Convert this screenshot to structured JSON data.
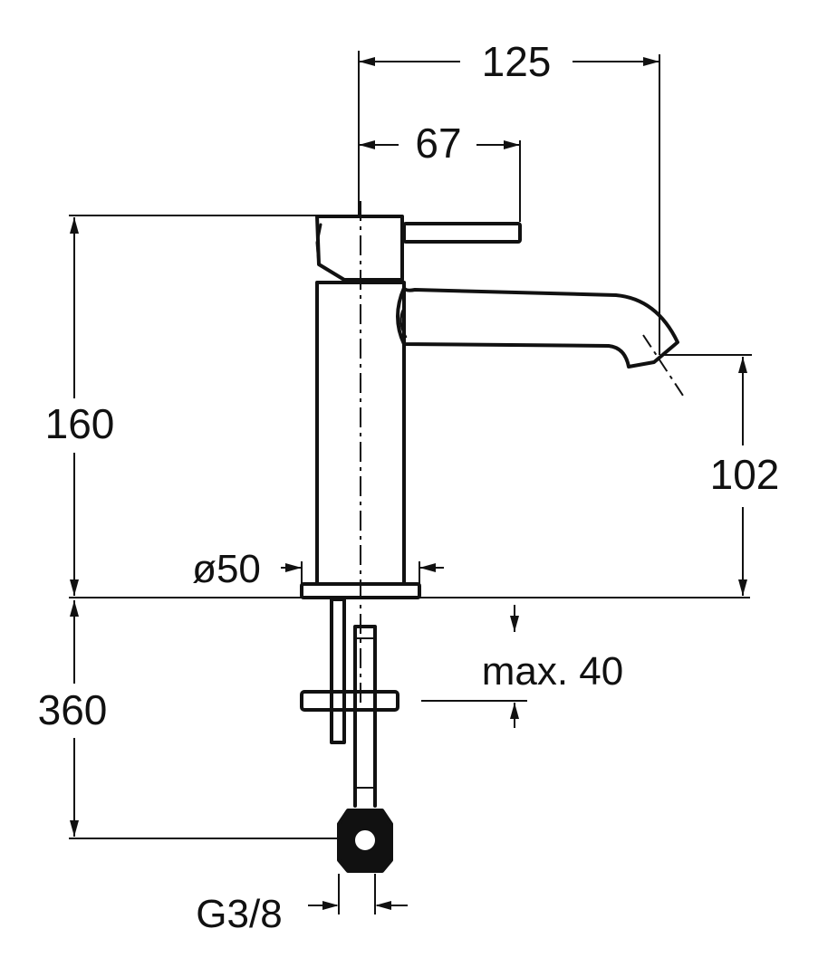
{
  "dimensions": {
    "width_125": "125",
    "reach_67": "67",
    "height_160": "160",
    "spout_102": "102",
    "diameter": "ø50",
    "deck_max": "max. 40",
    "hose_360": "360",
    "thread": "G3/8"
  },
  "colors": {
    "line": "#111111",
    "background": "#ffffff"
  }
}
